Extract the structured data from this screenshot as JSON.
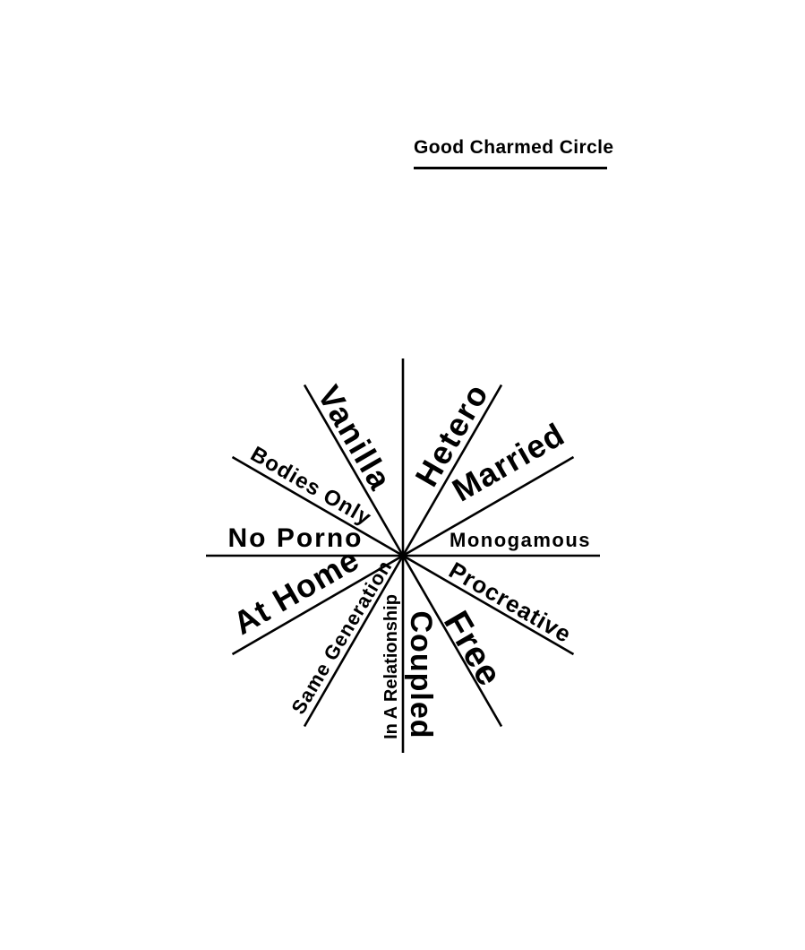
{
  "page": {
    "background_color": "#ffffff",
    "ink_color": "#000000"
  },
  "title": {
    "text": "Good Charmed Circle"
  },
  "diagram": {
    "type": "radial-spoke-diagram",
    "spoke_count": 12,
    "labels": [
      {
        "text": "Vanilla"
      },
      {
        "text": "Hetero"
      },
      {
        "text": "Married"
      },
      {
        "text": "Monogamous"
      },
      {
        "text": "Procreative"
      },
      {
        "text": "Free"
      },
      {
        "text": "Coupled"
      },
      {
        "text": "In A Relationship"
      },
      {
        "text": "Same Generation"
      },
      {
        "text": "At Home"
      },
      {
        "text": "No Porno"
      },
      {
        "text": "Bodies Only"
      }
    ]
  }
}
